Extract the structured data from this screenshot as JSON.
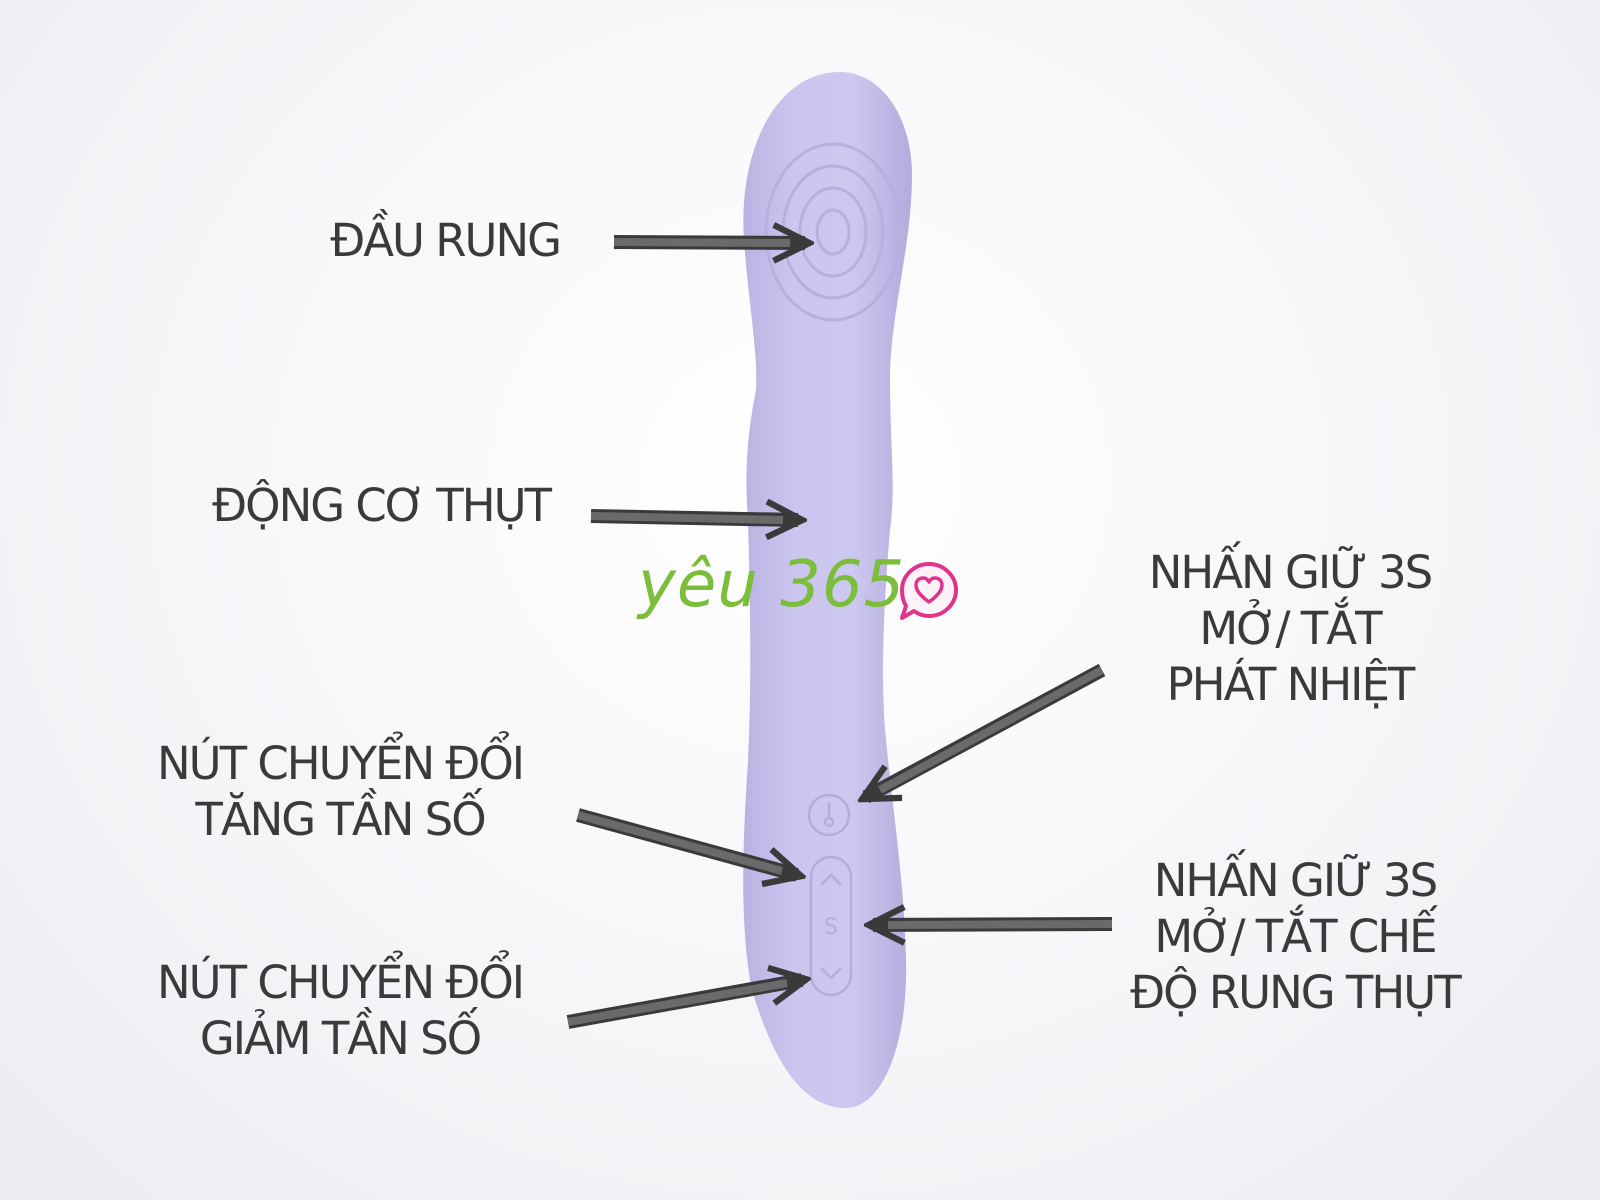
{
  "labels": {
    "vibrating_head": [
      "ĐẦU RUNG"
    ],
    "thrust_motor": [
      "ĐỘNG CƠ THỤT"
    ],
    "freq_up_button": [
      "NÚT CHUYỂN ĐỔI",
      "TĂNG TẦN SỐ"
    ],
    "freq_down_button": [
      "NÚT CHUYỂN ĐỔI",
      "GIẢM TẦN SỐ"
    ],
    "heat_hold": [
      "NHẤN GIỮ 3S",
      "MỞ/ TẮT",
      "PHÁT NHIỆT"
    ],
    "mode_hold": [
      "NHẤN GIỮ 3S",
      "MỞ/ TẮT CHẾ",
      "ĐỘ RUNG THỤT"
    ]
  },
  "watermark": {
    "text": "yêu 365"
  },
  "device": {
    "mode_button_glyph": "S"
  },
  "icons": [
    "thermometer-icon",
    "chevron-up-icon",
    "chevron-down-icon",
    "heart-chat-icon"
  ],
  "colors": {
    "device_body": "#c8c3ec",
    "arrow": "#5d5d5d",
    "label_text": "#3a3a3a",
    "watermark": "#7cbd3c",
    "watermark_heart": "#e0338a"
  }
}
